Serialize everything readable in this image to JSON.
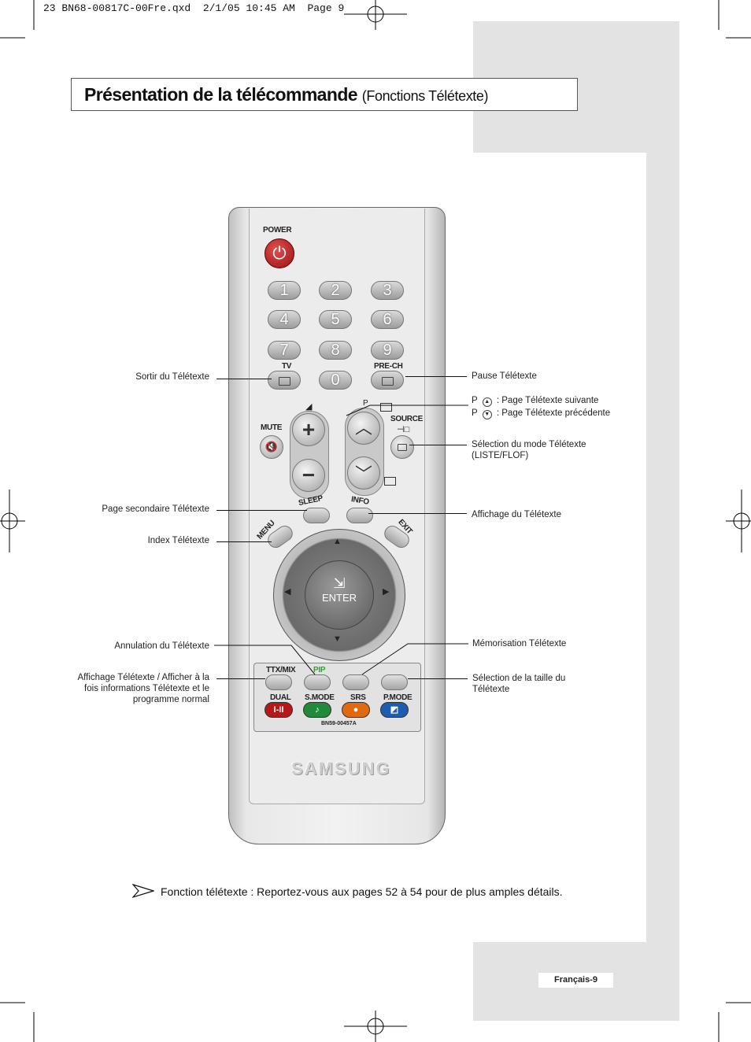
{
  "header": {
    "print_line": "23 BN68-00817C-00Fre.qxd  2/1/05 10:45 AM  Page 9"
  },
  "title": {
    "main": "Présentation de la télécommande",
    "sub": "(Fonctions Télétexte)"
  },
  "remote": {
    "power_label": "POWER",
    "numbers": [
      "1",
      "2",
      "3",
      "4",
      "5",
      "6",
      "7",
      "8",
      "9",
      "0"
    ],
    "tv_label": "TV",
    "prech_label": "PRE-CH",
    "mute_label": "MUTE",
    "source_label": "SOURCE",
    "p_label": "P",
    "sleep_label": "SLEEP",
    "info_label": "INFO",
    "menu_label": "MENU",
    "exit_label": "EXIT",
    "enter_label": "ENTER",
    "ttx_label": "TTX/MIX",
    "pip_label": "PIP",
    "dual_label": "DUAL",
    "smode_label": "S.MODE",
    "srs_label": "SRS",
    "pmode_label": "P.MODE",
    "dual_symbol": "I-II",
    "model": "BN59-00457A",
    "brand": "SAMSUNG"
  },
  "labels_left": {
    "sortir": "Sortir du Télétexte",
    "page_secondaire": "Page secondaire Télétexte",
    "index": "Index Télétexte",
    "annulation": "Annulation du Télétexte",
    "affichage_mix": "Affichage Télétexte / Afficher à la fois informations Télétexte et le programme normal"
  },
  "labels_right": {
    "pause": "Pause Télétexte",
    "p_up_prefix": "P",
    "p_up": ": Page Télétexte suivante",
    "p_down_prefix": "P",
    "p_down": ": Page Télétexte précédente",
    "selection_mode": "Sélection du mode Télétexte (LISTE/FLOF)",
    "affichage": "Affichage du Télétexte",
    "memorisation": "Mémorisation Télétexte",
    "taille": "Sélection de la taille du Télétexte"
  },
  "note": "Fonction télétexte : Reportez-vous aux pages 52 à 54 pour de plus amples détails.",
  "page_number": "Français-9",
  "colors": {
    "power": "#c21f1f",
    "dual": "#b51818",
    "smode": "#1e8a3a",
    "srs": "#e06a10",
    "pmode": "#1d5db0",
    "pip": "#2aa52a"
  }
}
